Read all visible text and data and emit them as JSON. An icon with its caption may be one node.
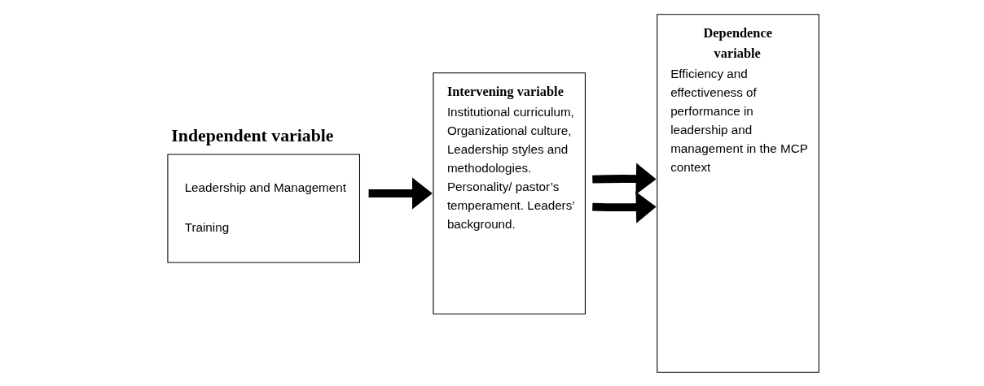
{
  "diagram": {
    "nodes": [
      {
        "text": [
          "Independent variable",
          "Leadership and Management Training"
        ]
      },
      {
        "text": [
          "Intervening variable",
          "Institutional curriculum, Organizational culture, Leadership styles and methodologies. Personality/ pastor’s temperament. Leaders’ background."
        ]
      },
      {
        "text": [
          "Dependence variable",
          "Efficiency and effectiveness of performance in leadership and management in the MCP context"
        ]
      }
    ],
    "edges": [
      {
        "from": 0,
        "to": 1,
        "arrow": "to"
      },
      {
        "from": 1,
        "to": 2,
        "arrow": "to"
      },
      {
        "from": 1,
        "to": 2,
        "arrow": "to"
      }
    ]
  }
}
